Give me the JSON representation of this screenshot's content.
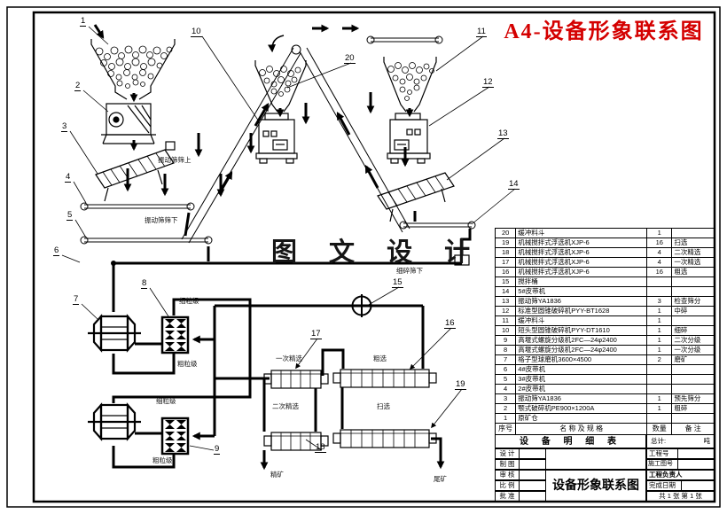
{
  "sheet_title_red": "A4-设备形象联系图",
  "watermark": "图 文 设 计",
  "equipment_table": {
    "headers": {
      "no": "序号",
      "name": "名 称 及 规 格",
      "qty": "数量",
      "remark": "备 注"
    },
    "rows": [
      {
        "no": "20",
        "name": "缓冲料斗",
        "qty": "1",
        "remark": ""
      },
      {
        "no": "19",
        "name": "机械搅拌式浮选机XJP-6",
        "qty": "16",
        "remark": "扫选"
      },
      {
        "no": "18",
        "name": "机械搅拌式浮选机XJP-6",
        "qty": "4",
        "remark": "二次精选"
      },
      {
        "no": "17",
        "name": "机械搅拌式浮选机XJP-6",
        "qty": "4",
        "remark": "一次精选"
      },
      {
        "no": "16",
        "name": "机械搅拌式浮选机XJP-6",
        "qty": "16",
        "remark": "粗选"
      },
      {
        "no": "15",
        "name": "搅拌桶",
        "qty": "",
        "remark": ""
      },
      {
        "no": "14",
        "name": "5#皮带机",
        "qty": "",
        "remark": ""
      },
      {
        "no": "13",
        "name": "振动筛YA1836",
        "qty": "3",
        "remark": "检查筛分"
      },
      {
        "no": "12",
        "name": "标准型圆锥破碎机PYY-BT1628",
        "qty": "1",
        "remark": "中碎"
      },
      {
        "no": "11",
        "name": "缓冲料斗",
        "qty": "1",
        "remark": ""
      },
      {
        "no": "10",
        "name": "短头型圆锥破碎机PYY-DT1610",
        "qty": "1",
        "remark": "细碎"
      },
      {
        "no": "9",
        "name": "高堰式螺旋分级机2FC—24φ2400",
        "qty": "1",
        "remark": "二次分级"
      },
      {
        "no": "8",
        "name": "高堰式螺旋分级机2FC—24φ2400",
        "qty": "1",
        "remark": "一次分级"
      },
      {
        "no": "7",
        "name": "格子型球磨机3600×4500",
        "qty": "2",
        "remark": "磨矿"
      },
      {
        "no": "6",
        "name": "4#皮带机",
        "qty": "",
        "remark": ""
      },
      {
        "no": "5",
        "name": "3#皮带机",
        "qty": "",
        "remark": ""
      },
      {
        "no": "4",
        "name": "2#皮带机",
        "qty": "",
        "remark": ""
      },
      {
        "no": "3",
        "name": "振动筛YA1836",
        "qty": "1",
        "remark": "预先筛分"
      },
      {
        "no": "2",
        "name": "颚式破碎机PE900×1200A",
        "qty": "1",
        "remark": "粗碎"
      },
      {
        "no": "1",
        "name": "原矿仓",
        "qty": "",
        "remark": ""
      }
    ]
  },
  "table_title": "设 备 明 细 表",
  "total_label": "总计:",
  "total_unit": "吨",
  "title_block": {
    "design_label": "设 计",
    "draft_label": "制 图",
    "review_label": "审 核",
    "scale_label": "比 例",
    "approve_label": "批 准",
    "drawing_name": "设备形象联系图",
    "project_no_label": "工程号",
    "construction_no_label": "施工图号",
    "responsible_label": "工程负责人",
    "date_label": "完成日期",
    "sheet_count": "共 1 张 第 1 张"
  },
  "drawing_labels": {
    "screen_over": "振动筛筛上",
    "screen_under": "振动筛筛下",
    "fine_crush_under": "细碎筛下",
    "fine_frac_1": "细粒级",
    "coarse_frac_1": "粗粒级",
    "fine_frac_2": "细粒级",
    "coarse_frac_2": "粗粒级",
    "cleaner1": "一次精选",
    "rougher": "粗选",
    "cleaner2": "二次精选",
    "scavenger": "扫选",
    "concentrate": "精矿",
    "tailings": "尾矿"
  },
  "callouts": [
    "1",
    "2",
    "3",
    "4",
    "5",
    "6",
    "7",
    "8",
    "9",
    "10",
    "11",
    "12",
    "13",
    "14",
    "15",
    "16",
    "17",
    "18",
    "19",
    "20"
  ]
}
